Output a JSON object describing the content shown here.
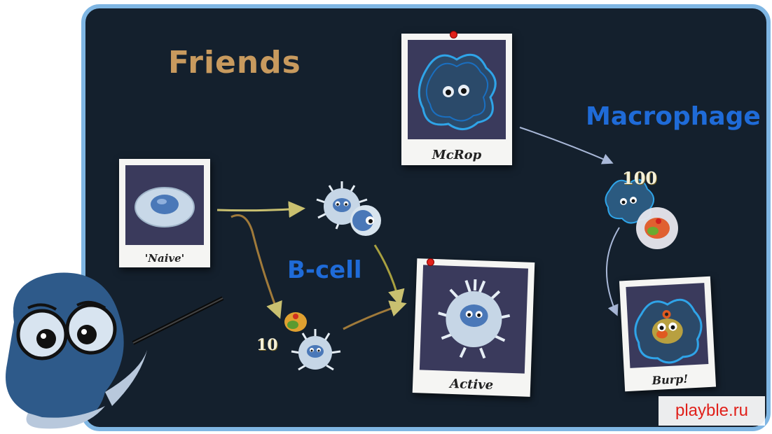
{
  "title": "Friends",
  "labels": {
    "macrophage": "Macrophage",
    "bcell": "B-cell"
  },
  "photos": {
    "mcrop": "McRop",
    "naive": "'Naive'",
    "active": "Active",
    "burp": "Burp!"
  },
  "badges": {
    "count_top": "100",
    "count_left": "10"
  },
  "watermark": "playble.ru",
  "colors": {
    "board": "#14202d",
    "border": "#7fb6e3",
    "title": "#c89a5e",
    "label": "#1f6bd8"
  }
}
